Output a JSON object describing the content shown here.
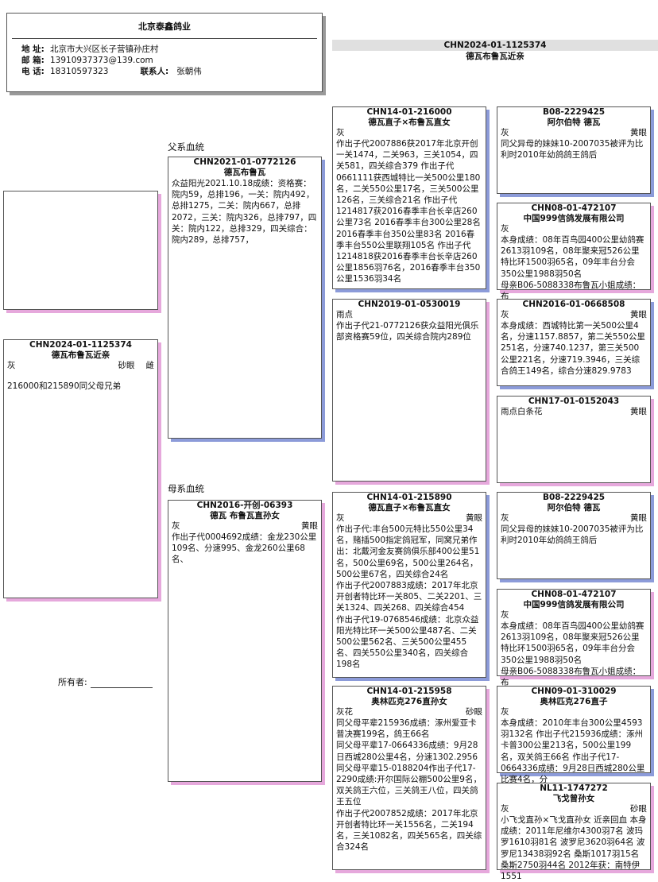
{
  "header": {
    "company": "北京泰鑫鸽业",
    "address_label": "地 址:",
    "address": "北京市大兴区长子营镇孙庄村",
    "email_label": "邮 箱:",
    "email": "13910937373@139.com",
    "phone_label": "电 话:",
    "phone": "18310597323",
    "contact_label": "联系人:",
    "contact": "张朝伟"
  },
  "subject_top": {
    "ring": "CHN2024-01-1125374",
    "name": "德瓦布鲁瓦近亲"
  },
  "labels": {
    "paternal": "父系血统",
    "maternal": "母系血统",
    "owner": "所有者:"
  },
  "subject": {
    "ring": "CHN2024-01-1125374",
    "name": "德瓦布鲁瓦近亲",
    "color": "灰",
    "eye": "砂眼",
    "sex": "雌",
    "note": "216000和215890同父母兄弟"
  },
  "sire": {
    "ring": "CHN2021-01-0772126",
    "name": "德瓦布鲁瓦",
    "text": "众益阳光2021.10.18成绩：资格赛：院内59，总排196，一关：院内492，总排1275，二关：院内667，总排2072，三关：院内326，总排797，四关：院内122，总排329，四关综合：院内289，总排757，"
  },
  "dam": {
    "ring": "CHN2016-开创-06393",
    "name": "德瓦 布鲁瓦直孙女",
    "color": "灰",
    "eye": "黄眼",
    "text": "作出子代0004692成绩：金龙230公里109名、分速995、金龙260公里68名、"
  },
  "ss": {
    "ring": "CHN14-01-216000",
    "name": "德瓦直子×布鲁瓦直女",
    "color": "灰",
    "text": "作出子代2007886获2017年北京开创一关1474，二关963，三关1054，四关581，四关综合379 作出子代0661111获西城特比一关500公里180名，二关550公里17名，三关500公里126名，三关综合21名 作出子代1214817获2016春季丰台长辛店260公里73名 2016春季丰台300公里28名 2016春季丰台350公里83名 2016春季丰台550公里联翔105名 作出子代1214818获2016春季丰台长辛店260公里1856羽76名，2016春季丰台350公里1536羽34名"
  },
  "sd": {
    "ring": "CHN2019-01-0530019",
    "color": "雨点",
    "text": "作出子代21-0772126获众益阳光俱乐部资格赛59位，四关综合院内289位"
  },
  "ds": {
    "ring": "CHN14-01-215890",
    "name": "德瓦直子×布鲁瓦直女",
    "color": "灰",
    "eye": "黄眼",
    "text": "作出子代:丰台500元特比550公里34名，赌插500指定鸽冠军，同窝兄弟作出：北戴河金友赛鸽俱乐部400公里51名，500公里69名，500公里264名，500公里67名，四关综合24名\n作出子代2007883成绩：2017年北京开创者特比环一关805、二关2201、三关1324、四关268、四关综合454\n作出子代19-0768546成绩：北京众益阳光特比环一关500公里487名、二关500公里562名、三关500公里455名、四关550公里340名，四关综合198名"
  },
  "dd": {
    "ring": "CHN14-01-215958",
    "name": "奥林匹克276直孙女",
    "color": "灰花",
    "eye": "砂眼",
    "text": "同父母平辈215936成绩：涿州爱亚卡普决赛199名，鸽王66名\n同父母平辈17-0664336成绩：9月28日西城280公里4名，分速1302.2956\n同父母平辈15-0188204作出子代17-2290成绩:开尔国际公棚500公里9名，双关鸽王六位，三关鸽王八位，四关鸽王五位\n作出子代2007852成绩：2017年北京开创者特比环一关1556名，二关194名，三关1082名，四关565名，四关综合324名"
  },
  "sss": {
    "ring": "B08-2229425",
    "name": "阿尔伯特 德瓦",
    "color": "灰",
    "eye": "黄眼",
    "text": "同父异母的妹妹10-2007035被评为比利时2010年幼鸽鸽王鸽后"
  },
  "ssd": {
    "ring": "CHN08-01-472107",
    "name": "中国999信鸽发展有限公司",
    "color": "灰",
    "text": "本身成绩：08年百鸟园400公里幼鸽赛2613羽109名，08年聚来冠526公里特比环1500羽65名，09年丰台分会350公里1988羽50名\n母亲B06-5088338布鲁瓦小姐成绩：布"
  },
  "sds": {
    "ring": "CHN2016-01-0668508",
    "color": "灰",
    "eye": "黄眼",
    "text": "本身成绩：西城特比第一关500公里4名，分速1157.8857，第二关550公里251名，分速740.1237，第三关500公里221名，分速719.3946，三关综合鸽王149名，综合分速829.9783"
  },
  "sdd": {
    "ring": "CHN17-01-0152043",
    "color": "雨点白条花",
    "eye": "黄眼"
  },
  "dss": {
    "ring": "B08-2229425",
    "name": "阿尔伯特 德瓦",
    "color": "灰",
    "eye": "黄眼",
    "text": "同父异母的妹妹10-2007035被评为比利时2010年幼鸽鸽王鸽后"
  },
  "dsd": {
    "ring": "CHN08-01-472107",
    "name": "中国999信鸽发展有限公司",
    "color": "灰",
    "text": "本身成绩：08年百鸟园400公里幼鸽赛2613羽109名，08年聚来冠526公里特比环1500羽65名，09年丰台分会350公里1988羽50名\n母亲B06-5088338布鲁瓦小姐成绩：布"
  },
  "dds": {
    "ring": "CHN09-01-310029",
    "name": "奥林匹克276直子",
    "color": "灰",
    "text": "本身成绩：2010年丰台300公里4593羽132名 作出子代215936成绩：涿州卡普300公里213名，500公里199名，双关鸽王66名 作出子代17-0664336成绩：9月28日西城280公里比赛4名，分"
  },
  "ddd": {
    "ring": "NL11-1747272",
    "name": "飞戈曾孙女",
    "color": "灰",
    "eye": "砂眼",
    "text": "小飞戈直孙×飞戈直孙女 近亲回血 本身成绩：2011年尼维尔4300羽7名 波玛罗1610羽81名 波罗尼3620羽64名 波罗尼13438羽92名 桑斯1017羽15名 桑斯2750羽44名 2012年获：南特伊1551"
  }
}
